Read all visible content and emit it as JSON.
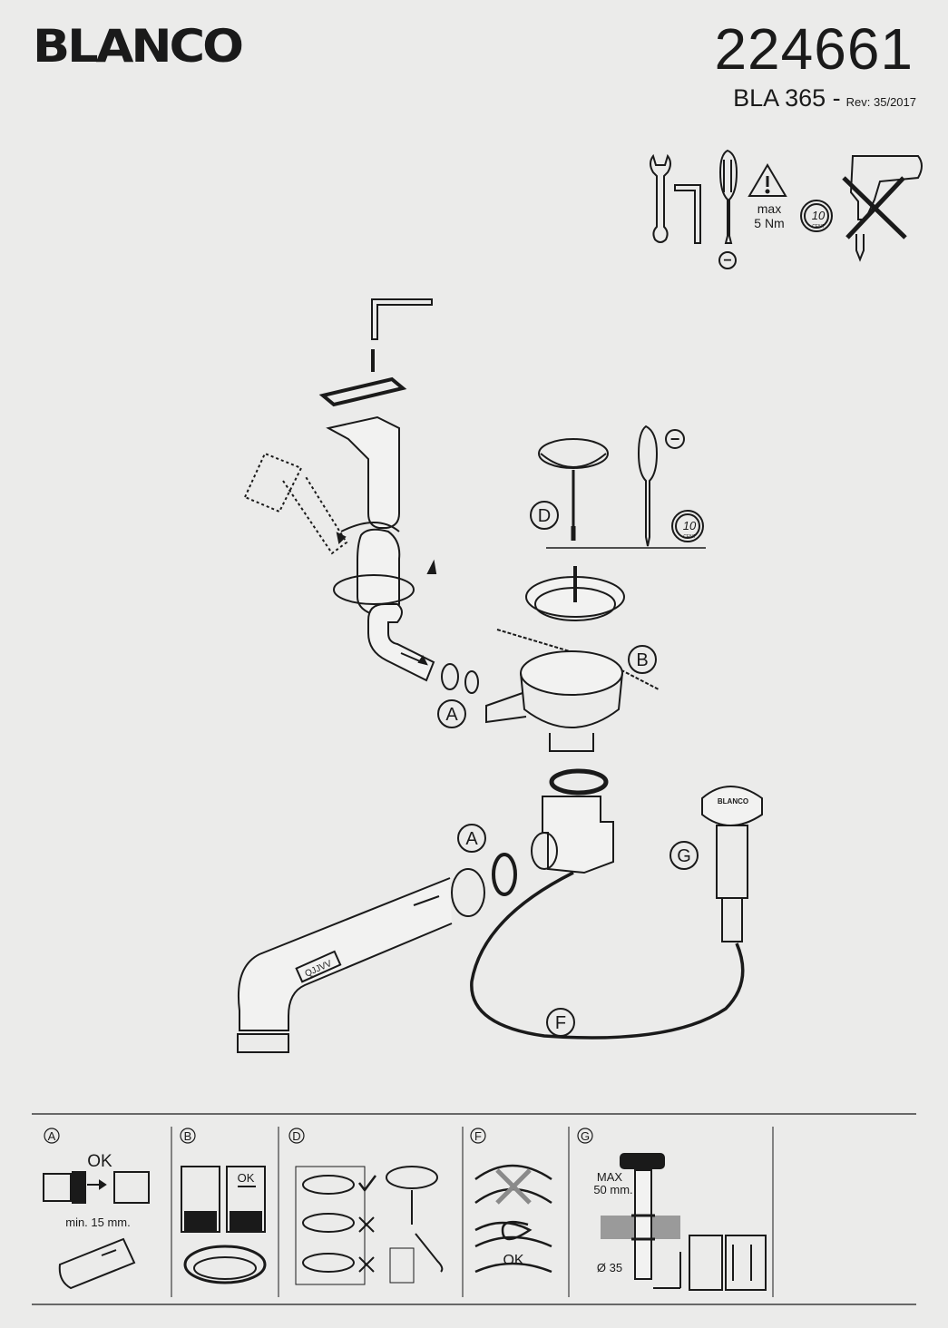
{
  "header": {
    "brand": "BLANCO",
    "article_number": "224661",
    "model": "BLA 365 -",
    "revision": "Rev: 35/2017"
  },
  "tools": {
    "items": [
      "wrench-icon",
      "hex-key-icon",
      "flat-screwdriver-icon",
      "warning-icon",
      "coin-icon",
      "power-drill-icon"
    ],
    "torque_line1": "max",
    "torque_line2": "5 Nm",
    "minus_sign": "−",
    "coin_value": "10",
    "coin_unit": "CENT",
    "drill_note": "no power drill"
  },
  "main": {
    "callouts": [
      "A",
      "B",
      "D",
      "G",
      "F"
    ],
    "minus_sign": "−",
    "coin_value": "10",
    "coin_unit": "CENT",
    "pipe_mark": "QJJVV",
    "cap_text": "BLANCO"
  },
  "details": {
    "a": {
      "label": "A",
      "ok": "OK",
      "min": "min. 15 mm."
    },
    "b": {
      "label": "B",
      "ok": "OK"
    },
    "d": {
      "label": "D"
    },
    "f": {
      "label": "F",
      "ok": "OK"
    },
    "g": {
      "label": "G",
      "max": "MAX",
      "max_value": "50 mm.",
      "diameter": "Ø 35"
    }
  }
}
